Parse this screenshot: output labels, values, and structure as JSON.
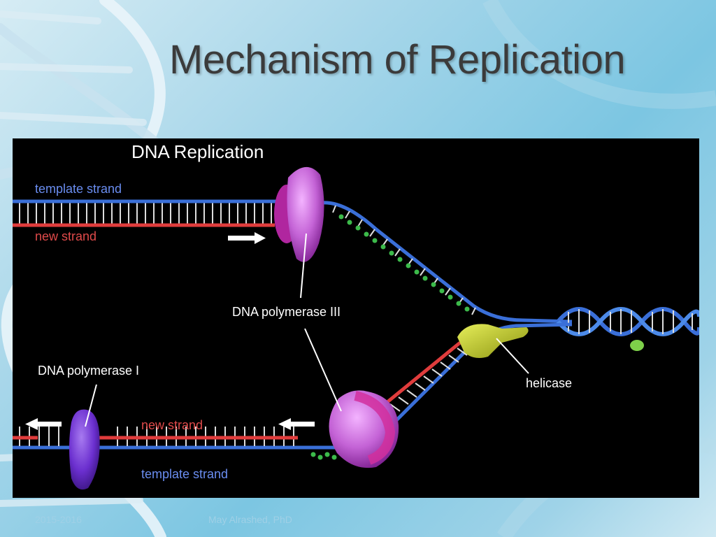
{
  "slide": {
    "title": "Mechanism of Replication",
    "footer_left": "2015-2016",
    "footer_right": "May Alrashed, PhD"
  },
  "diagram": {
    "heading": "DNA Replication",
    "labels": {
      "template_top": "template strand",
      "new_top": "new strand",
      "pol3": "DNA polymerase III",
      "pol1": "DNA polymerase I",
      "helicase": "helicase",
      "new_bottom": "new strand",
      "template_bottom": "template strand"
    },
    "colors": {
      "template": "#3a6fd8",
      "new": "#e03c3c",
      "pol3": "#c463d6",
      "pol1": "#6b2fcf",
      "helicase": "#b8c21c",
      "primer": "#3cba4a"
    }
  }
}
